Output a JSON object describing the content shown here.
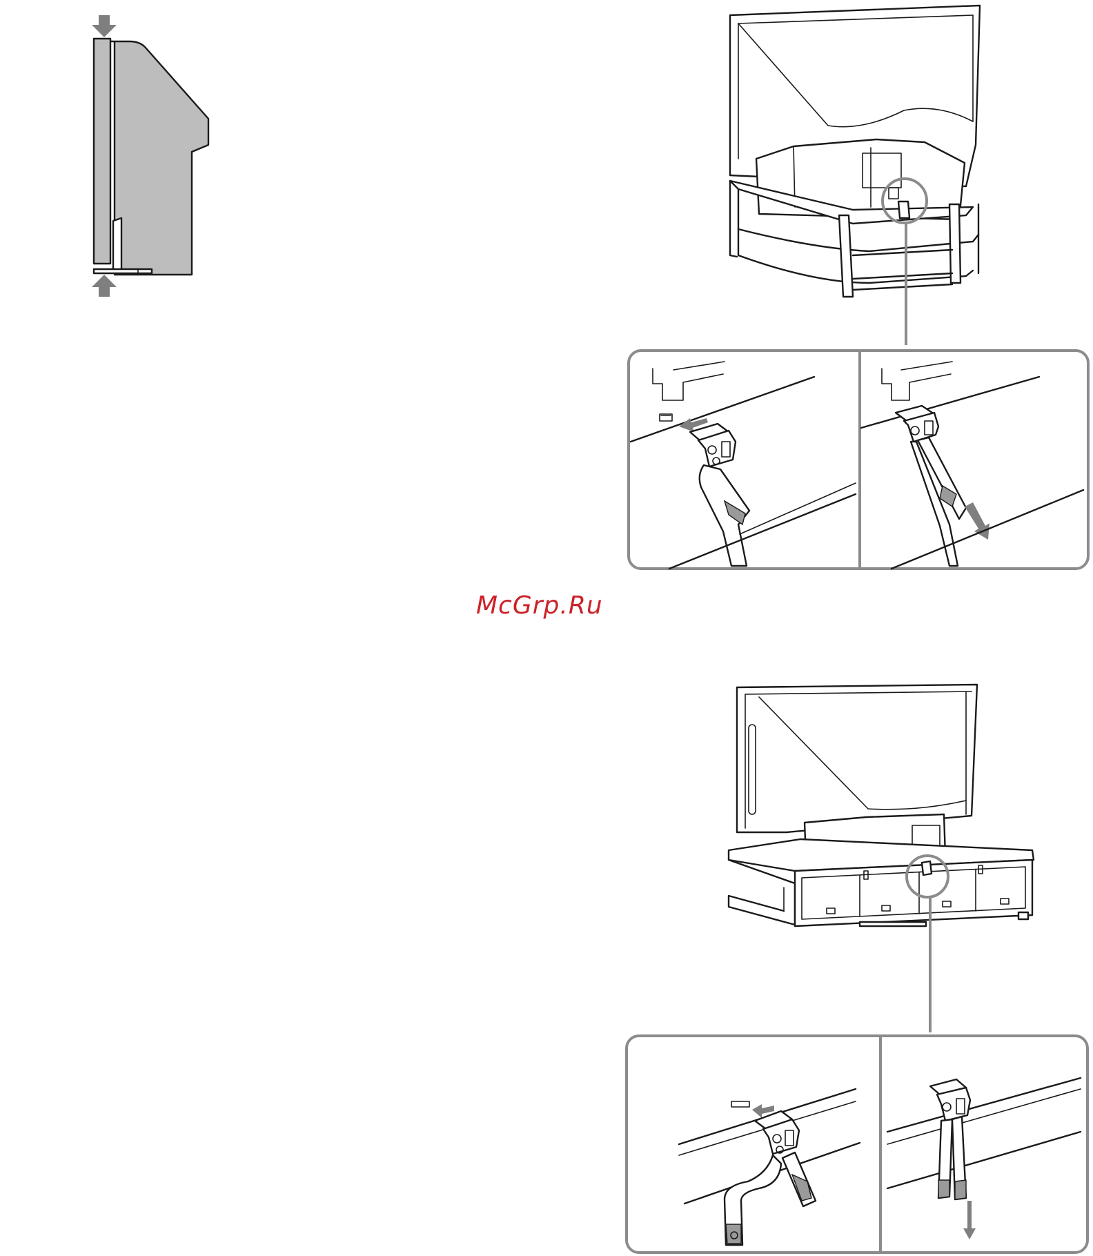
{
  "watermark": {
    "text": "McGrp.Ru",
    "color": "#cc2229"
  },
  "colors": {
    "line": "#1a1a1a",
    "panel_gray": "#bdbdbd",
    "arrow_gray": "#7f7f7f",
    "frame_gray": "#8c8c8c"
  },
  "figures": {
    "side_view": {
      "icon": "tv-side-view-illustration"
    },
    "top_tv": {
      "icon": "projection-tv-on-stand-illustration"
    },
    "top_detail": {
      "icon": "strap-attach-detail-illustration"
    },
    "bottom_tv": {
      "icon": "projection-tv-on-low-stand-illustration"
    },
    "bottom_detail": {
      "icon": "strap-attach-detail-illustration"
    }
  }
}
